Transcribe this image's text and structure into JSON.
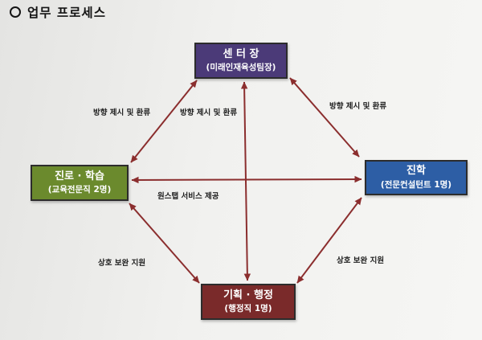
{
  "heading": {
    "bullet_icon": "circle-bullet-icon",
    "title": "업무 프로세스"
  },
  "nodes": {
    "center": {
      "title": "센 터 장",
      "subtitle": "(미래인재육성팀장)",
      "color": "#4b3a78"
    },
    "career": {
      "title": "진로 · 학습",
      "subtitle": "(교육전문직 2명)",
      "color": "#6b8a2d"
    },
    "admission": {
      "title": "진학",
      "subtitle": "(전문컨설턴트 1명)",
      "color": "#2d5ea5"
    },
    "admin": {
      "title": "기획 · 행정",
      "subtitle": "(행정직 1명)",
      "color": "#7a2a2a"
    }
  },
  "labels": {
    "direction_left": "방향 제시 및 환류",
    "direction_center": "방향 제시 및 환류",
    "direction_right": "방향 제시 및 환류",
    "one_stop": "원스탭 서비스 제공",
    "support_left": "상호 보완 지원",
    "support_right": "상호 보완 지원"
  },
  "arrow_color": "#8b2e2e"
}
